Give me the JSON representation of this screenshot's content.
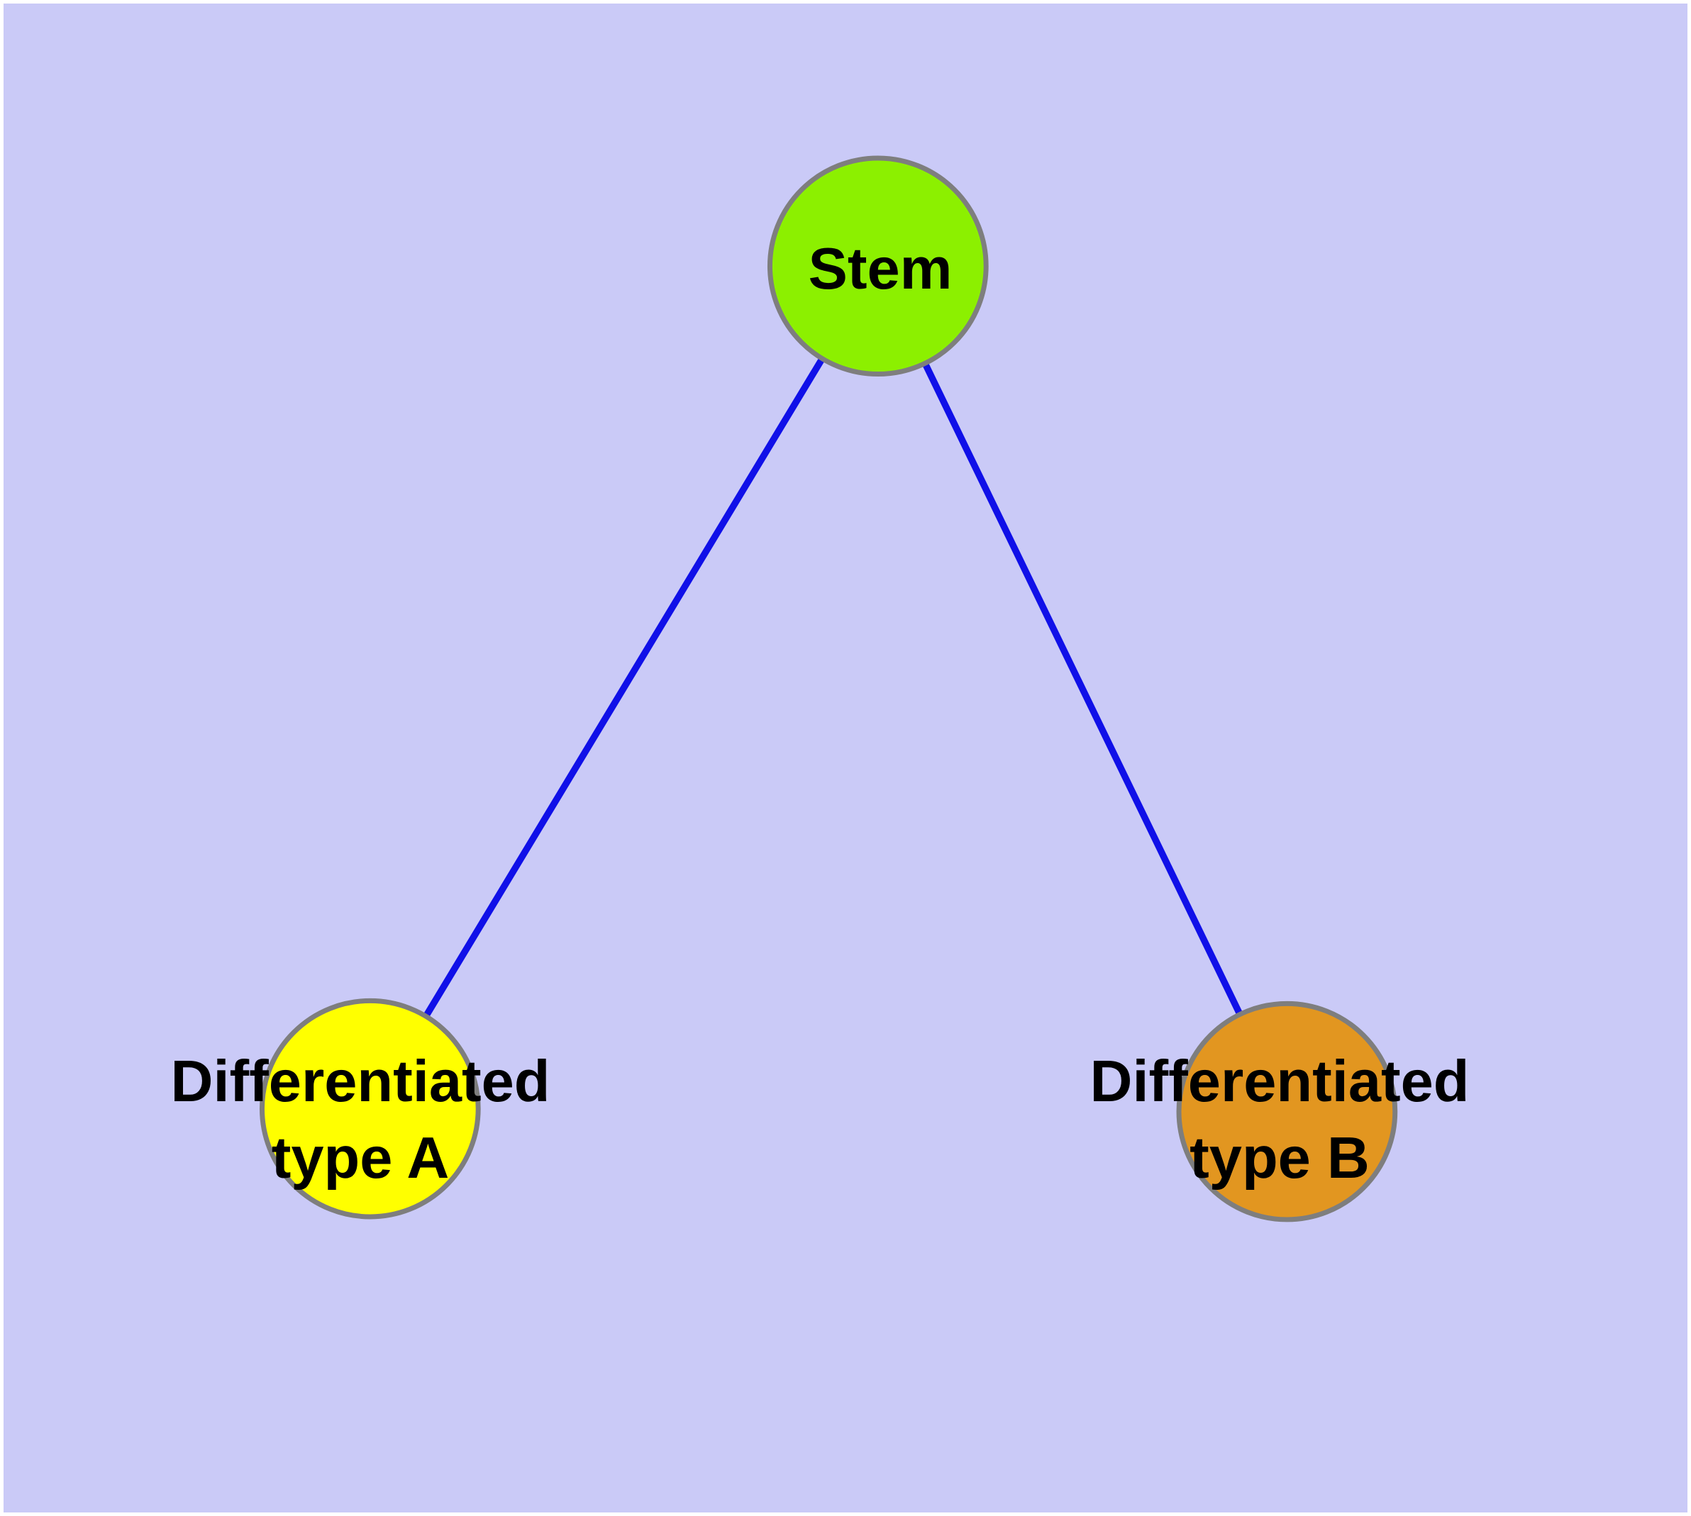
{
  "diagram": {
    "type": "node-link-graph",
    "background_color": "#cacaf7",
    "frame_color": "#ffffff",
    "edge_color": "#1010e8",
    "node_border_color": "#7e7e7e",
    "label_text_color": "#000000",
    "nodes": {
      "stem": {
        "label_lines": [
          "Stem"
        ],
        "fill_color": "#8cf000"
      },
      "type_a": {
        "label_lines": [
          "Differentiated",
          "type A"
        ],
        "fill_color": "#ffff00"
      },
      "type_b": {
        "label_lines": [
          "Differentiated",
          "type B"
        ],
        "fill_color": "#e29620"
      }
    },
    "edges": [
      {
        "from": "stem",
        "to": "type_a"
      },
      {
        "from": "stem",
        "to": "type_b"
      }
    ]
  }
}
